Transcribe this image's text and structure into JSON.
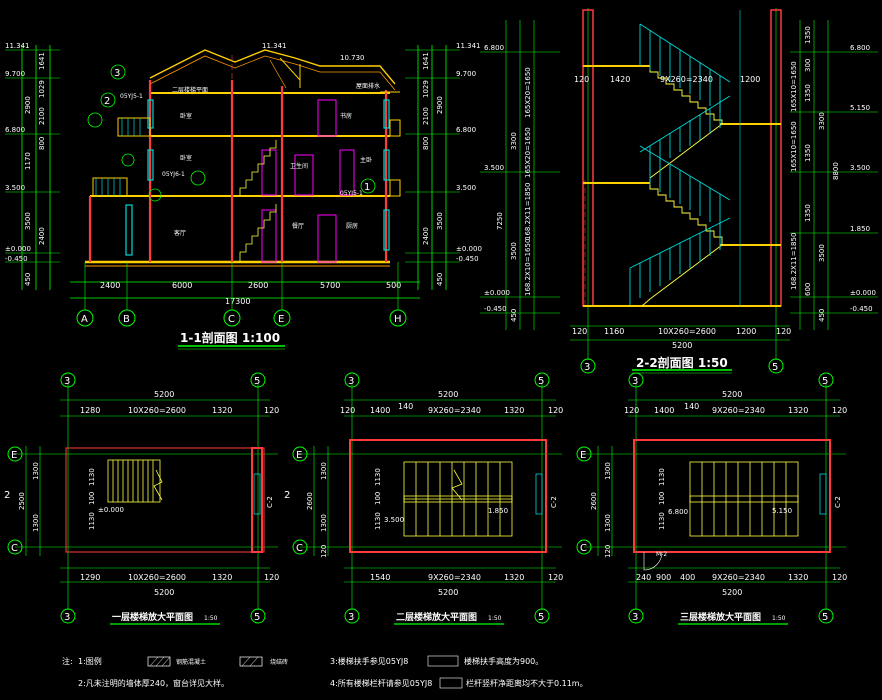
{
  "titles": {
    "section11": "1-1剖面图 1:100",
    "section22": "2-2剖面图 1:50",
    "plan1": "一层楼梯放大平面图",
    "plan1_scale": "1:50",
    "plan2": "二层楼梯放大平面图",
    "plan2_scale": "1:50",
    "plan3": "三层楼梯放大平面图",
    "plan3_scale": "1:50"
  },
  "section11": {
    "levels_left": [
      "11.341",
      "9.700",
      "6.800",
      "3.500",
      "±0.000",
      "-0.450"
    ],
    "levels_right": [
      "11.341",
      "9.700",
      "6.800",
      "3.500",
      "±0.000",
      "-0.450"
    ],
    "top_levels": [
      "11.341",
      "10.730"
    ],
    "left_dims": [
      "1641",
      "1029",
      "2900",
      "2100",
      "800",
      "1170",
      "3500",
      "2400",
      "450"
    ],
    "right_dims": [
      "1641",
      "1029",
      "2900",
      "2100",
      "800",
      "3500",
      "2400",
      "450"
    ],
    "bottom_dims": [
      "2400",
      "6000",
      "2600",
      "5700",
      "500"
    ],
    "total": "17300",
    "axes": [
      "A",
      "B",
      "C",
      "E",
      "H"
    ],
    "rooms": [
      "卧室",
      "书房",
      "卧室",
      "客厅",
      "餐厅",
      "厨房",
      "主卧",
      "卫生间"
    ],
    "callouts": [
      "3",
      "05YJ5-1",
      "2",
      "05YJ6-1",
      "1",
      "05YJ5-1"
    ],
    "small": [
      "二层楼梯平面",
      "屋面排水"
    ]
  },
  "section22": {
    "levels_left": [
      "6.800",
      "3.500",
      "±0.000",
      "-0.450"
    ],
    "levels_right": [
      "6.800",
      "5.150",
      "3.500",
      "1.850",
      "±0.000",
      "-0.450"
    ],
    "left_dims": [
      "3300",
      "165X20=1650",
      "165X20=1650",
      "7250",
      "3500",
      "168.2X11=1850",
      "168.2X10=1650",
      "450"
    ],
    "right_dims": [
      "1350",
      "300",
      "1350",
      "165X10=1650",
      "3300",
      "1350",
      "165X10=1650",
      "8800",
      "1350",
      "168.2X11=1850",
      "3500",
      "600",
      "450"
    ],
    "top_dims": [
      "1420",
      "9X260=2340",
      "1200",
      "120"
    ],
    "bottom_dims": [
      "120",
      "1160",
      "10X260=2600",
      "1200",
      "120"
    ],
    "total": "5200",
    "axes": [
      "3",
      "5"
    ]
  },
  "plan1": {
    "axes_top": [
      "3",
      "5"
    ],
    "axes_side": [
      "E",
      "C"
    ],
    "top_dims": [
      "5200",
      "1280",
      "10X260=2600",
      "1320",
      "120"
    ],
    "bottom_dims": [
      "5200",
      "1290",
      "10X260=2600",
      "1320",
      "120"
    ],
    "side_dims": [
      "2500",
      "1300",
      "1300"
    ],
    "inner_dims": [
      "1130",
      "100",
      "1130"
    ],
    "level": "±0.000",
    "cut": "2",
    "section_label": "C-2"
  },
  "plan2": {
    "axes_top": [
      "3",
      "5"
    ],
    "axes_side": [
      "E",
      "C"
    ],
    "top_dims": [
      "5200",
      "120",
      "1400",
      "140",
      "9X260=2340",
      "1320",
      "120"
    ],
    "bottom_dims": [
      "5200",
      "1540",
      "9X260=2340",
      "1320",
      "120"
    ],
    "side_dims": [
      "1300",
      "2600",
      "1300",
      "120"
    ],
    "inner_dims": [
      "1130",
      "100",
      "1130"
    ],
    "levels": [
      "1.850",
      "3.500"
    ],
    "section_label": "C-2"
  },
  "plan3": {
    "axes_top": [
      "3",
      "5"
    ],
    "axes_side": [
      "E",
      "C"
    ],
    "top_dims": [
      "5200",
      "120",
      "1400",
      "140",
      "9X260=2340",
      "1320",
      "120"
    ],
    "bottom_dims": [
      "5200",
      "240",
      "900",
      "400",
      "9X260=2340",
      "1320",
      "120"
    ],
    "side_dims": [
      "1300",
      "2600",
      "1300",
      "120"
    ],
    "inner_dims": [
      "1130",
      "100",
      "1130"
    ],
    "levels": [
      "6.800",
      "5.150"
    ],
    "door": "M-2",
    "section_label": "C-2"
  },
  "notes": {
    "label": "注:",
    "n1": "1:图例",
    "n1_a": "钢筋混凝土",
    "n1_b": "烧结砖",
    "n2": "2:凡未注明的墙体厚240，窗台详见大样。",
    "n3": "3:楼梯扶手参见05YJ8",
    "n3_b": "楼梯扶手高度为900。",
    "n4": "4:所有楼梯栏杆请参见05YJ8",
    "n4_b": "栏杆竖杆净距离均不大于0.11m。"
  },
  "colors": {
    "background": "#000000",
    "axis": "#00ff00",
    "wall": "#ff3b3b",
    "stair": "#ffff40",
    "rail": "#00d8d8",
    "text": "#ffffff",
    "magenta": "#ff00ff",
    "orange": "#ff9900"
  }
}
